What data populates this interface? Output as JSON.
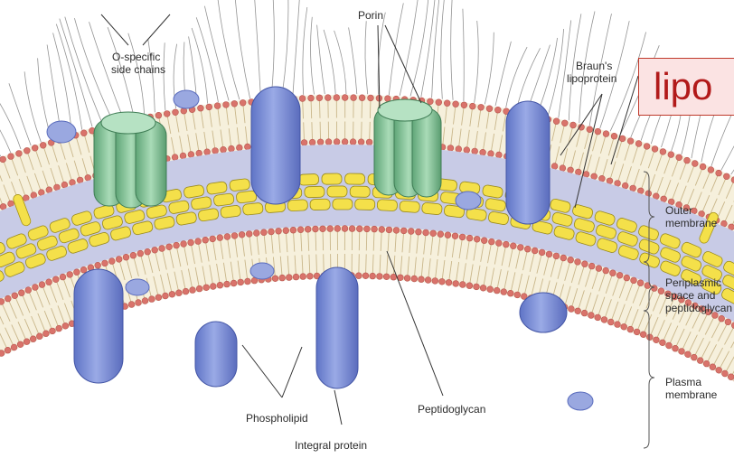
{
  "labels": {
    "porin": "Porin",
    "o_specific_1": "O-specific",
    "o_specific_2": "side chains",
    "brauns_1": "Braun's",
    "brauns_2": "lipoprotein",
    "outer_1": "Outer",
    "outer_2": "membrane",
    "peri_1": "Periplasmic",
    "peri_2": "space and",
    "peri_3": "peptidoglycan",
    "plasma_1": "Plasma",
    "plasma_2": "membrane",
    "phospholipid": "Phospholipid",
    "peptidoglycan": "Peptidoglycan",
    "integral_protein": "Integral protein"
  },
  "callout": {
    "text": "lipo"
  },
  "colors": {
    "head": "#d9736b",
    "head_dark": "#b8584f",
    "tail": "#c9b68a",
    "periplasm": "#c8cbe6",
    "membrane_core": "#f6f0dc",
    "peptidoglycan": "#f4e04a",
    "protein_blue": "#7b8fd9",
    "porin_green": "#8dc79e",
    "callout_fill": "#fbe3e3",
    "callout_border": "#c0392b",
    "callout_text": "#b21a1a"
  }
}
